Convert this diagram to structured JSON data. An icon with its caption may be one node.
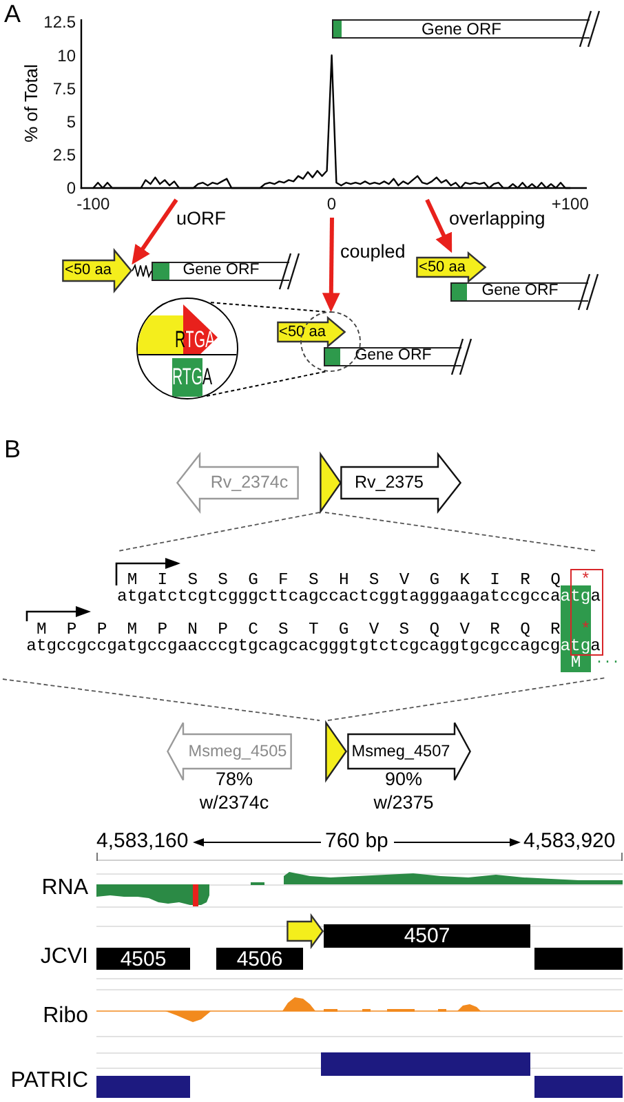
{
  "diagram": {
    "nodes": [
      {
        "text": [
          "Gene ORF"
        ]
      },
      {
        "text": [
          "<50 aa"
        ]
      },
      {
        "text": [
          "Gene ORF"
        ]
      },
      {
        "text": [
          "<50 aa"
        ]
      },
      {
        "text": [
          "Gene ORF"
        ]
      },
      {
        "text": [],
        "shape": "circle"
      },
      {
        "text": [
          "RTGA"
        ],
        "in": 5
      },
      {
        "text": [
          "RTGA"
        ],
        "in": 5
      },
      {
        "text": [],
        "shape": "circle"
      },
      {
        "text": [
          "<50 aa"
        ]
      },
      {
        "text": [
          "Gene ORF"
        ]
      },
      {
        "text": [
          "Rv_2374c"
        ]
      },
      {
        "text": [],
        "shape": "triangle"
      },
      {
        "text": [
          "Rv_2375"
        ]
      },
      {
        "text": [
          "Msmeg_4505"
        ],
        "beside": [
          "78% w/2374c"
        ]
      },
      {
        "text": [],
        "shape": "triangle"
      },
      {
        "text": [
          "Msmeg_4507"
        ],
        "beside": [
          "90% w/2375"
        ]
      },
      {
        "text": [],
        "shape": "arrow"
      },
      {
        "text": [
          "4507"
        ]
      },
      {
        "text": [
          "4505"
        ]
      },
      {
        "text": [
          "4506"
        ]
      },
      {
        "text": [],
        "shape": "box"
      },
      {
        "text": [],
        "shape": "box"
      },
      {
        "text": [],
        "shape": "box"
      },
      {
        "text": [],
        "shape": "box"
      }
    ],
    "edges": [
      {
        "from": null,
        "to": 1,
        "arrow": "to",
        "label": "uORF",
        "style": "thick",
        "color": "#e8211c"
      },
      {
        "from": null,
        "to": 8,
        "arrow": "to",
        "label": "coupled",
        "style": "thick",
        "color": "#e8211c"
      },
      {
        "from": null,
        "to": 3,
        "arrow": "to",
        "label": "overlapping",
        "style": "thick",
        "color": "#e8211c"
      },
      {
        "from": 8,
        "to": 5,
        "arrow": "none",
        "style": "dashed",
        "color": "#000000"
      },
      {
        "from": 8,
        "to": 5,
        "arrow": "none",
        "style": "dashed",
        "color": "#000000"
      },
      {
        "from": 1,
        "to": 2,
        "arrow": "none",
        "color": "#000000"
      }
    ],
    "labels": [
      "A",
      "B",
      "M I S S G F S H S V G K I R Q *",
      "atgatctcgtcgggcttcagccactcggtagggaagatccgccaatga",
      "M P P M P N P C S T G V S Q V R Q R *",
      "atgccgccgatgccgaacccgtgcagcacgggtgtctcgcaggtgcgccagcgatga",
      "M",
      "...",
      "4,583,160",
      "760 bp",
      "4,583,920",
      "RNA",
      "JCVI",
      "Ribo",
      "PATRIC"
    ],
    "chart_data": {
      "type": "line",
      "ylabel": "% of Total",
      "x": [
        -100,
        -98,
        -96,
        -94,
        -92,
        -90,
        -88,
        -86,
        -84,
        -82,
        -80,
        -78,
        -76,
        -74,
        -72,
        -70,
        -68,
        -66,
        -64,
        -62,
        -60,
        -58,
        -56,
        -54,
        -52,
        -50,
        -48,
        -46,
        -44,
        -42,
        -40,
        -38,
        -36,
        -34,
        -32,
        -30,
        -28,
        -26,
        -24,
        -22,
        -20,
        -18,
        -16,
        -14,
        -12,
        -10,
        -8,
        -6,
        -4,
        -2,
        0,
        2,
        4,
        6,
        8,
        10,
        12,
        14,
        16,
        18,
        20,
        22,
        24,
        26,
        28,
        30,
        32,
        34,
        36,
        38,
        40,
        42,
        44,
        46,
        48,
        50,
        52,
        54,
        56,
        58,
        60,
        62,
        64,
        66,
        68,
        70,
        72,
        74,
        76,
        78,
        80,
        82,
        84,
        86,
        88,
        90,
        92,
        94,
        96,
        98,
        100
      ],
      "series": [
        {
          "color": "#000000",
          "values": [
            0,
            0.4,
            0,
            0.4,
            0,
            0,
            0,
            0,
            0,
            0,
            0,
            0.6,
            0.3,
            0.8,
            0.3,
            0.6,
            0.2,
            0.5,
            0,
            0,
            0,
            0,
            0.3,
            0.4,
            0.2,
            0.4,
            0.3,
            0.5,
            0.7,
            0,
            0,
            0,
            0,
            0,
            0,
            0,
            0.3,
            0.4,
            0.3,
            0.5,
            0.4,
            0.6,
            0.5,
            0.9,
            0.7,
            1.2,
            0.8,
            1.3,
            0.9,
            1.3,
            10,
            0.4,
            0.2,
            0.4,
            0.3,
            0.4,
            0.3,
            0.5,
            0.3,
            0.4,
            0.3,
            0.5,
            0.3,
            0.7,
            0.2,
            0.5,
            0.3,
            0.6,
            0.9,
            0.4,
            0.3,
            0.5,
            0.8,
            0.4,
            0.6,
            0.2,
            0.4,
            0,
            0.4,
            0.3,
            0.4,
            0.3,
            0.4,
            0,
            0.3,
            0.4,
            0,
            0,
            0.3,
            0,
            0.4,
            0,
            0.3,
            0,
            0.4,
            0,
            0.3,
            0,
            0.4,
            0,
            0
          ]
        }
      ],
      "xlim": [
        -105,
        107
      ],
      "ylim": [
        0,
        12.5
      ],
      "xticks": [
        -100,
        0,
        {
          "value": 100,
          "label": "+100"
        }
      ],
      "yticks": [
        0,
        2.5,
        5,
        7.5,
        10,
        12.5
      ]
    }
  }
}
